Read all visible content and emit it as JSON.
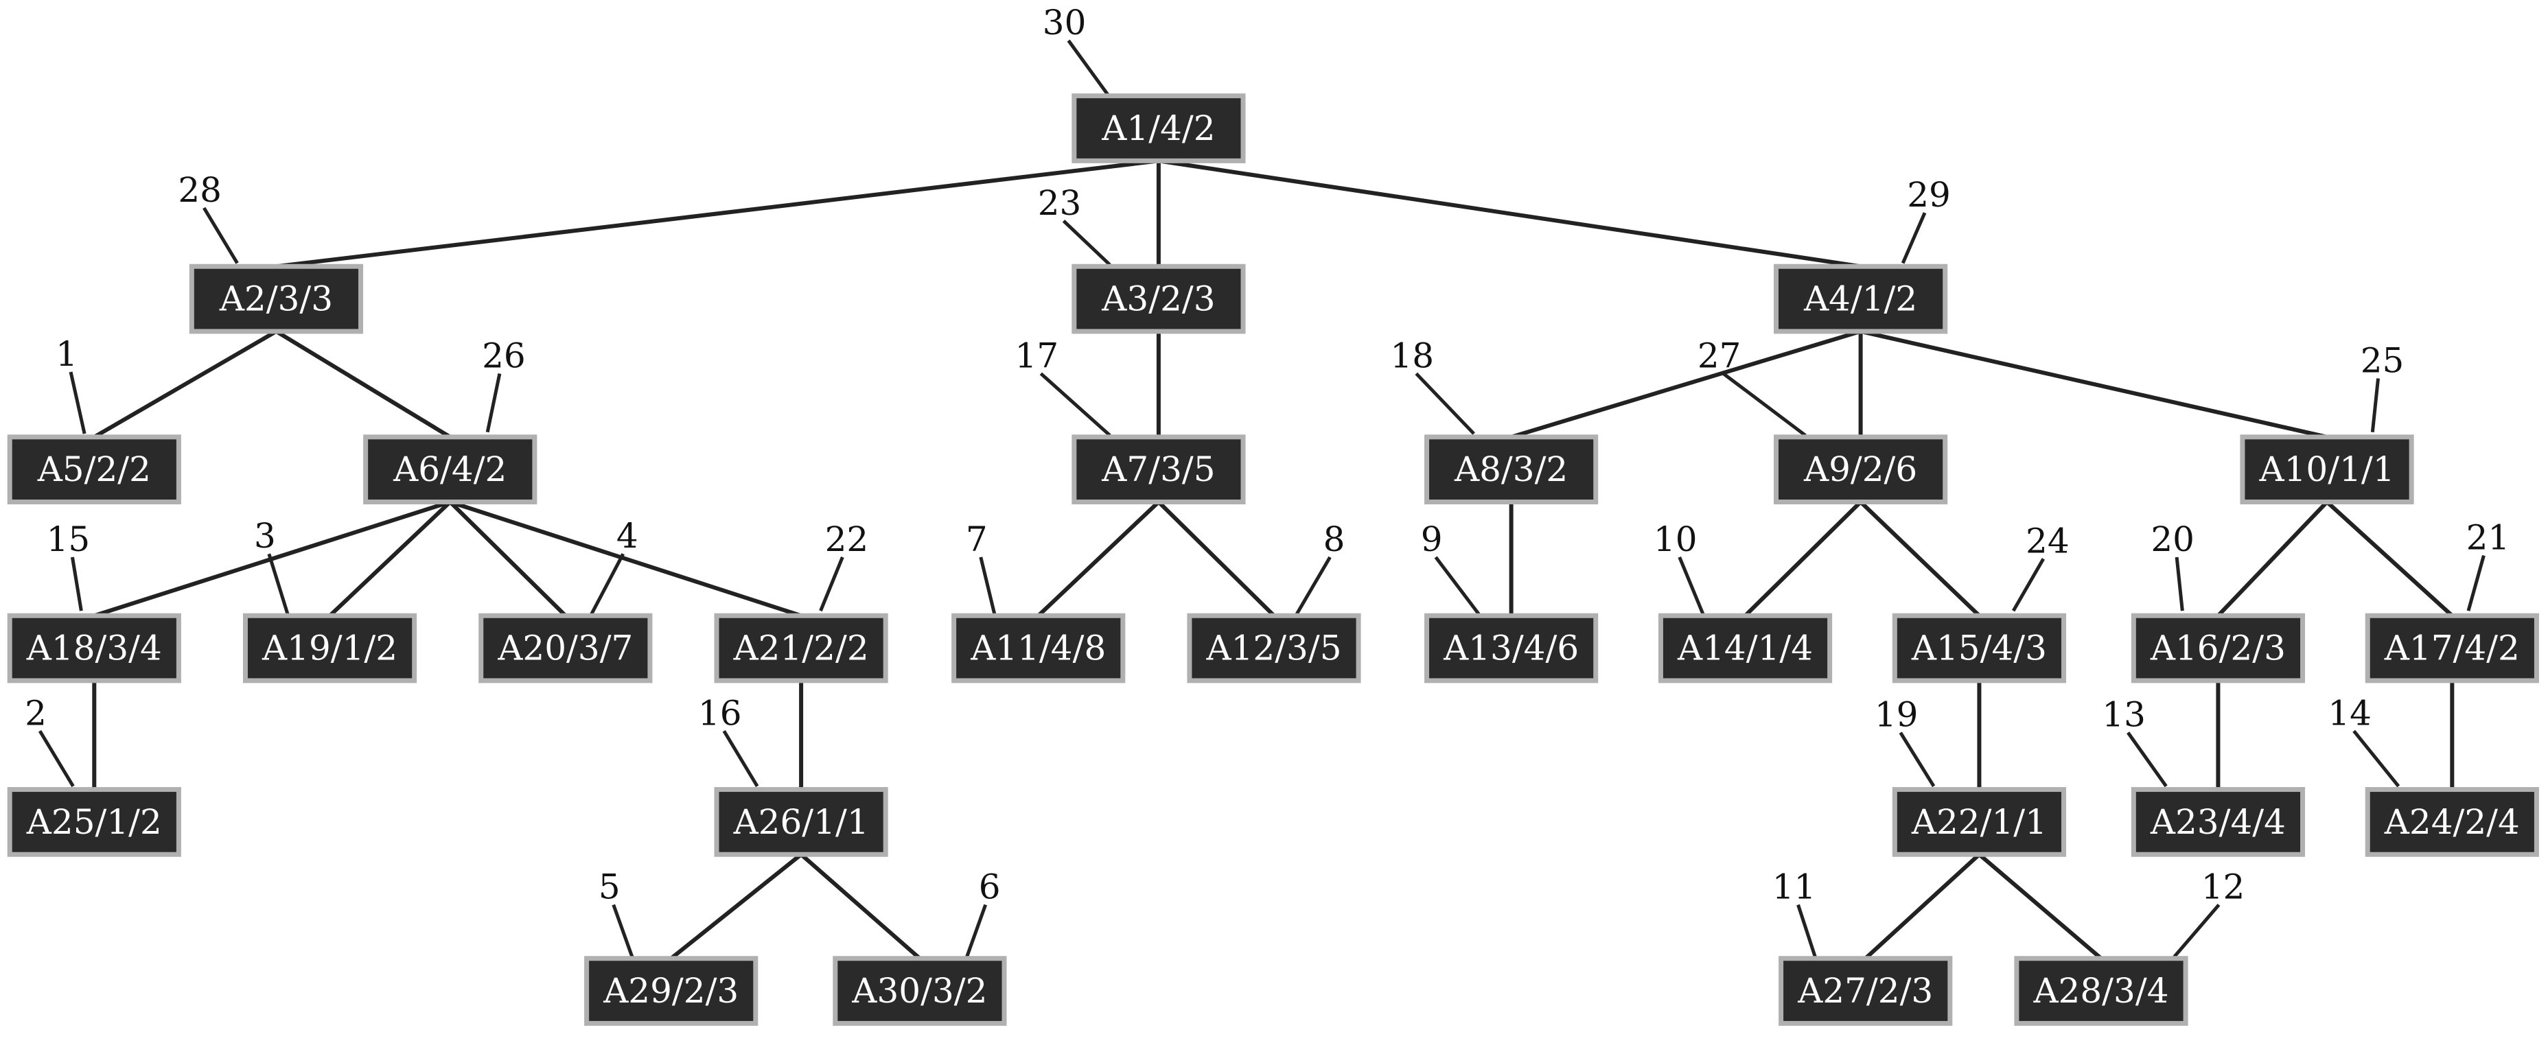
{
  "colors": {
    "node_fill": "#2a2a2a",
    "node_border": "#b0b0b0",
    "node_text": "#ffffff",
    "edge": "#222222",
    "label_text": "#111111"
  },
  "nodes": [
    {
      "id": "A1",
      "label": "A1/4/2",
      "order": "30"
    },
    {
      "id": "A2",
      "label": "A2/3/3",
      "order": "28"
    },
    {
      "id": "A3",
      "label": "A3/2/3",
      "order": "23"
    },
    {
      "id": "A4",
      "label": "A4/1/2",
      "order": "29"
    },
    {
      "id": "A5",
      "label": "A5/2/2",
      "order": "1"
    },
    {
      "id": "A6",
      "label": "A6/4/2",
      "order": "26"
    },
    {
      "id": "A7",
      "label": "A7/3/5",
      "order": "17"
    },
    {
      "id": "A8",
      "label": "A8/3/2",
      "order": "18"
    },
    {
      "id": "A9",
      "label": "A9/2/6",
      "order": "27"
    },
    {
      "id": "A10",
      "label": "A10/1/1",
      "order": "25"
    },
    {
      "id": "A11",
      "label": "A11/4/8",
      "order": "7"
    },
    {
      "id": "A12",
      "label": "A12/3/5",
      "order": "8"
    },
    {
      "id": "A13",
      "label": "A13/4/6",
      "order": "9"
    },
    {
      "id": "A14",
      "label": "A14/1/4",
      "order": "10"
    },
    {
      "id": "A15",
      "label": "A15/4/3",
      "order": "24"
    },
    {
      "id": "A16",
      "label": "A16/2/3",
      "order": "20"
    },
    {
      "id": "A17",
      "label": "A17/4/2",
      "order": "21"
    },
    {
      "id": "A18",
      "label": "A18/3/4",
      "order": "15"
    },
    {
      "id": "A19",
      "label": "A19/1/2",
      "order": "3"
    },
    {
      "id": "A20",
      "label": "A20/3/7",
      "order": "4"
    },
    {
      "id": "A21",
      "label": "A21/2/2",
      "order": "22"
    },
    {
      "id": "A22",
      "label": "A22/1/1",
      "order": "19"
    },
    {
      "id": "A23",
      "label": "A23/4/4",
      "order": "13"
    },
    {
      "id": "A24",
      "label": "A24/2/4",
      "order": "14"
    },
    {
      "id": "A25",
      "label": "A25/1/2",
      "order": "2"
    },
    {
      "id": "A26",
      "label": "A26/1/1",
      "order": "16"
    },
    {
      "id": "A27",
      "label": "A27/2/3",
      "order": "11"
    },
    {
      "id": "A28",
      "label": "A28/3/4",
      "order": "12"
    },
    {
      "id": "A29",
      "label": "A29/2/3",
      "order": "5"
    },
    {
      "id": "A30",
      "label": "A30/3/2",
      "order": "6"
    }
  ],
  "edges": [
    [
      "A1",
      "A2"
    ],
    [
      "A1",
      "A3"
    ],
    [
      "A1",
      "A4"
    ],
    [
      "A2",
      "A5"
    ],
    [
      "A2",
      "A6"
    ],
    [
      "A3",
      "A7"
    ],
    [
      "A4",
      "A8"
    ],
    [
      "A4",
      "A9"
    ],
    [
      "A4",
      "A10"
    ],
    [
      "A6",
      "A18"
    ],
    [
      "A6",
      "A19"
    ],
    [
      "A6",
      "A20"
    ],
    [
      "A6",
      "A21"
    ],
    [
      "A7",
      "A11"
    ],
    [
      "A7",
      "A12"
    ],
    [
      "A8",
      "A13"
    ],
    [
      "A9",
      "A14"
    ],
    [
      "A9",
      "A15"
    ],
    [
      "A10",
      "A16"
    ],
    [
      "A10",
      "A17"
    ],
    [
      "A18",
      "A25"
    ],
    [
      "A21",
      "A26"
    ],
    [
      "A15",
      "A22"
    ],
    [
      "A16",
      "A23"
    ],
    [
      "A17",
      "A24"
    ],
    [
      "A26",
      "A29"
    ],
    [
      "A26",
      "A30"
    ],
    [
      "A22",
      "A27"
    ],
    [
      "A22",
      "A28"
    ]
  ]
}
